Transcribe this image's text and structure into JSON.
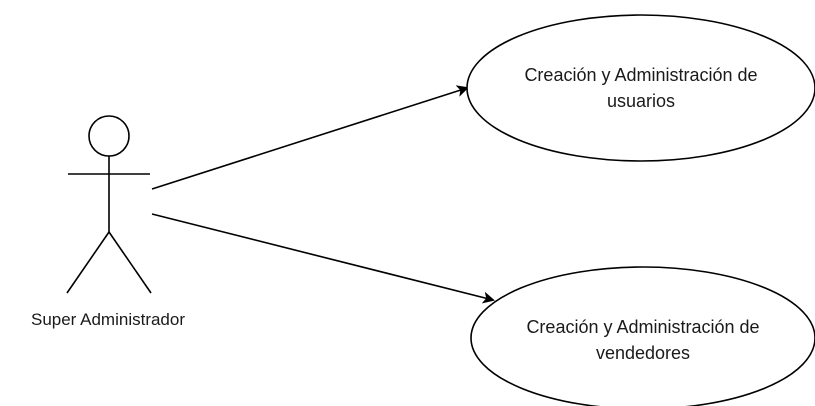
{
  "diagram": {
    "actor": {
      "label": "Super Administrador"
    },
    "use_cases": [
      {
        "line1": "Creación y Administración de",
        "line2": "usuarios"
      },
      {
        "line1": "Creación y Administración de",
        "line2": "vendedores"
      }
    ],
    "colors": {
      "stroke": "#000000",
      "text": "#1a1a1a",
      "background": "#ffffff"
    }
  }
}
